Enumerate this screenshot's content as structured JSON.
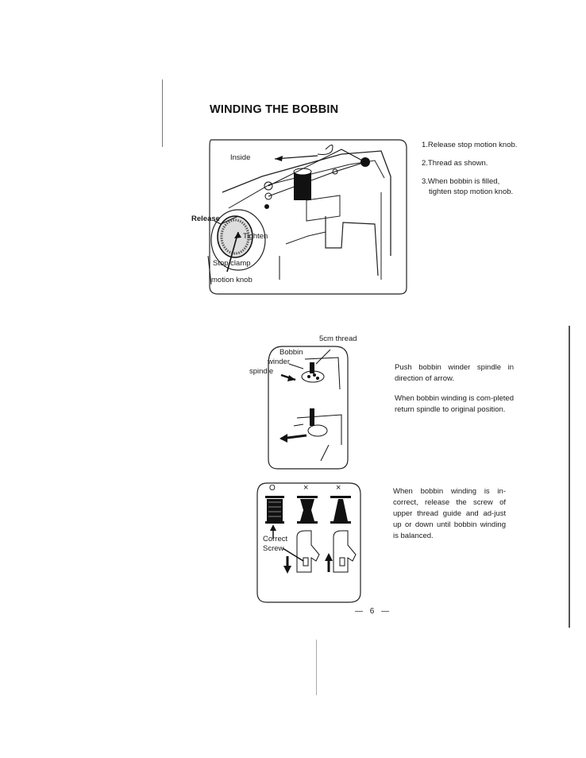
{
  "page": {
    "title": "WINDING THE BOBBIN",
    "page_number": "— 6 —"
  },
  "figure1": {
    "label_inside": "Inside",
    "label_release": "Release",
    "label_tighten": "Tighten",
    "label_stop_clamp": "Stop clamp",
    "label_motion_knob": "motion knob"
  },
  "steps": {
    "step1": "1.Release stop motion knob.",
    "step2": "2.Thread as shown.",
    "step3_line1": "3.When bobbin is filled,",
    "step3_line2": "tighten stop motion knob."
  },
  "figure2": {
    "label_thread": "5cm thread",
    "label_bobbin": "Bobbin",
    "label_winder": "winder",
    "label_spindle": "spindle"
  },
  "para_push": "Push bobbin winder spindle in direction of arrow.",
  "para_completed": "When bobbin winding is com-pleted return spindle to original position.",
  "figure3": {
    "mark_correct": "O",
    "mark_wrong_1": "×",
    "mark_wrong_2": "×",
    "label_correct": "Correct",
    "label_screw": "Screw"
  },
  "para_incorrect": "When bobbin winding is in-correct, release the screw of upper thread guide and ad-just up or down until bobbin winding is balanced."
}
